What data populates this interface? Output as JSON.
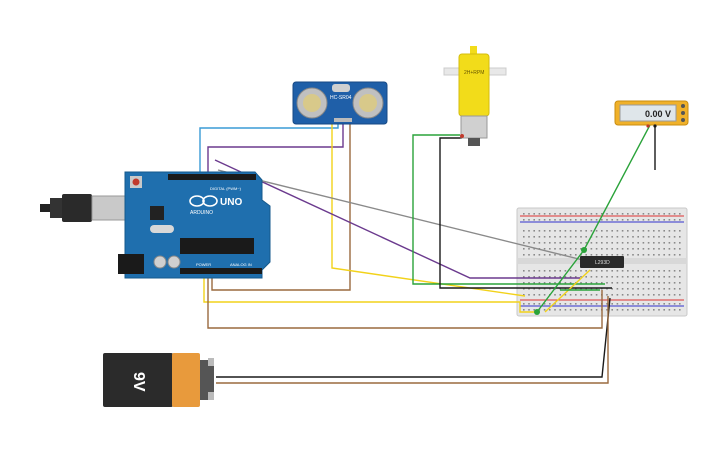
{
  "components": {
    "arduino": {
      "logo": "UNO",
      "brand": "ARDUINO",
      "digital_label": "DIGITAL (PWM~)",
      "power_label": "POWER",
      "analog_label": "ANALOG IN"
    },
    "ultrasonic": {
      "label": "HC-SR04"
    },
    "motor": {
      "label": "2H+RPM"
    },
    "multimeter": {
      "reading": "0.00 V"
    },
    "battery": {
      "label": "9V"
    },
    "driver_ic": {
      "label": "L293D"
    }
  },
  "colors": {
    "board": "#1f6fae",
    "breadboard": "#e9e9e9",
    "motor": "#f2dc1a",
    "multimeter": "#f0b12a",
    "battery_body": "#2b2b2b",
    "battery_cap": "#e89a3c",
    "wire_blue": "#3a9bd5",
    "wire_purple": "#6b3a8e",
    "wire_brown": "#9a6a3f",
    "wire_yellow": "#f2d21a",
    "wire_gray": "#8a8a8a",
    "wire_green": "#2aa33a",
    "wire_black": "#1a1a1a"
  }
}
